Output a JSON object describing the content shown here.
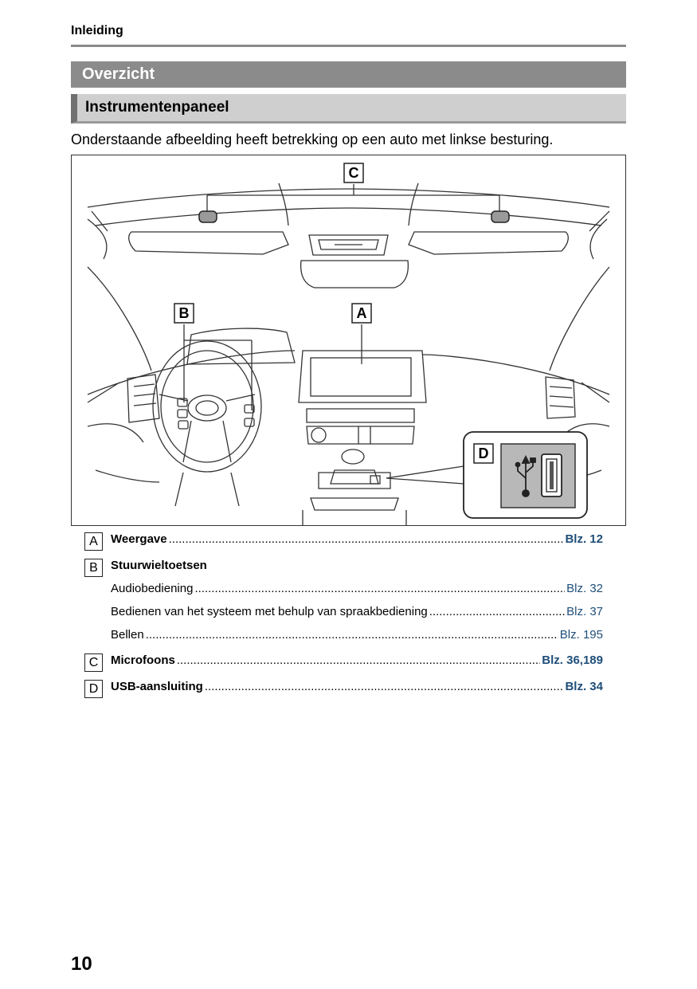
{
  "header": {
    "section": "Inleiding"
  },
  "section_title": "Overzicht",
  "subsection_title": "Instrumentenpaneel",
  "intro_text": "Onderstaande afbeelding heeft betrekking op een auto met linkse besturing.",
  "figure": {
    "callouts": {
      "a": "A",
      "b": "B",
      "c": "C",
      "d": "D"
    },
    "icons": [
      "microphone-icon",
      "usb-icon"
    ]
  },
  "legend": {
    "items": [
      {
        "letter": "A",
        "label": "Weergave",
        "page": "Blz. 12"
      },
      {
        "letter": "B",
        "label": "Stuurwieltoetsen"
      },
      {
        "label": "Audiobediening",
        "page": "Blz. 32"
      },
      {
        "label": "Bedienen van het systeem met behulp van spraakbediening",
        "page": "Blz. 37"
      },
      {
        "label": "Bellen",
        "page": "Blz. 195"
      },
      {
        "letter": "C",
        "label": "Microfoons",
        "page": "Blz. 36,189"
      },
      {
        "letter": "D",
        "label": "USB-aansluiting",
        "page": "Blz. 34"
      }
    ]
  },
  "page_number": "10"
}
